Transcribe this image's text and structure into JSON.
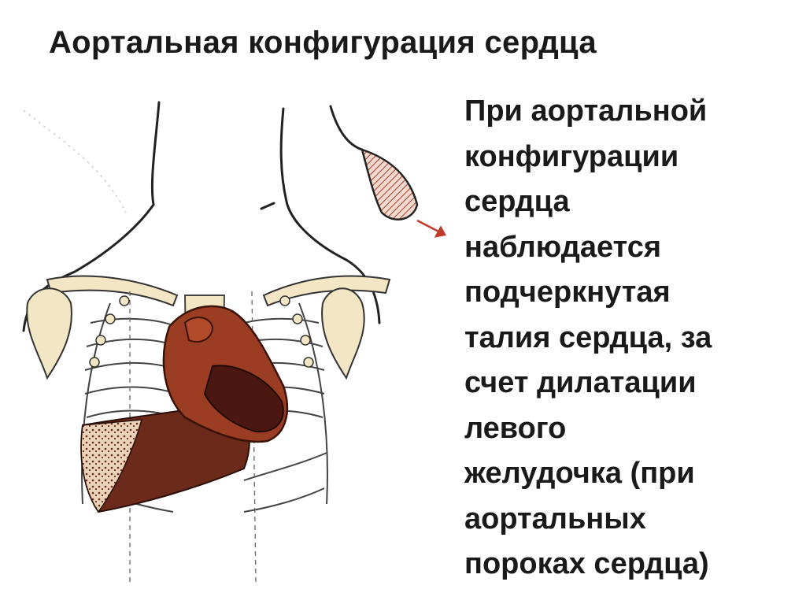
{
  "slide": {
    "title": "Аортальная конфигурация сердца",
    "paragraph_lines": [
      "При аортальной",
      "конфигурации",
      "сердца",
      "наблюдается",
      "подчеркнутая",
      "талия сердца, за",
      "счет дилатации",
      "левого",
      "желудочка (при",
      "аортальных",
      "пороках сердца)"
    ]
  },
  "illustration": {
    "subject": "anatomical drawing of chest with heart",
    "colors": {
      "heart": "#9a3d22",
      "heart_dark": "#4a1810",
      "liver": "#6b2a1a",
      "bone": "#f3e6c4",
      "skin_outline": "#222222",
      "arrow": "#c0392b"
    }
  }
}
